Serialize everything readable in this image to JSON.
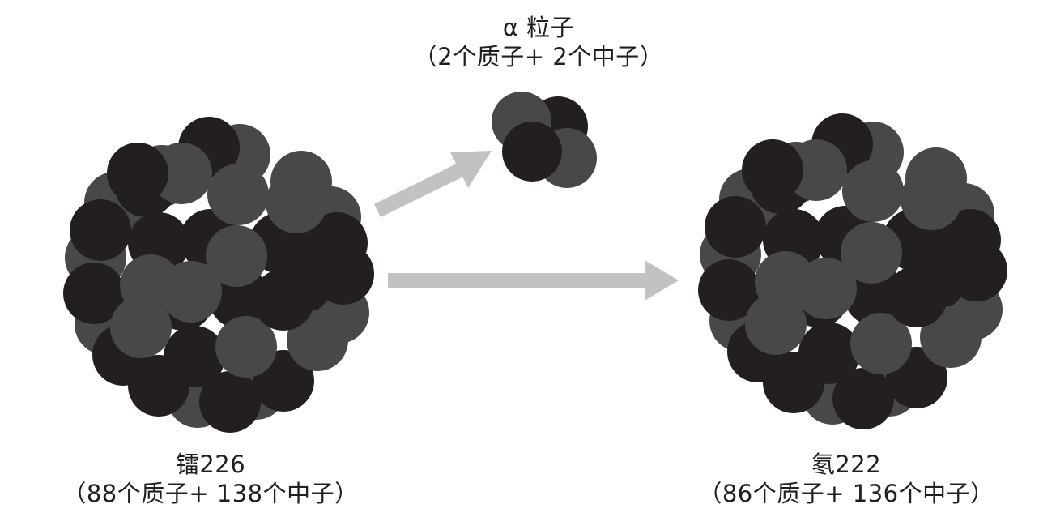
{
  "colors": {
    "proton": "#48474a",
    "neutron": "#231f20",
    "arrow": "#c2c2c2",
    "background": "#ffffff"
  },
  "labels": {
    "alpha_name": "α 粒子",
    "alpha_detail": "（2个质子+ 2个中子）",
    "radium_name": "镭226",
    "radium_detail": "（88个质子+ 138个中子）",
    "radon_name": "氡222",
    "radon_detail": "（86个质子+ 136个中子）"
  }
}
